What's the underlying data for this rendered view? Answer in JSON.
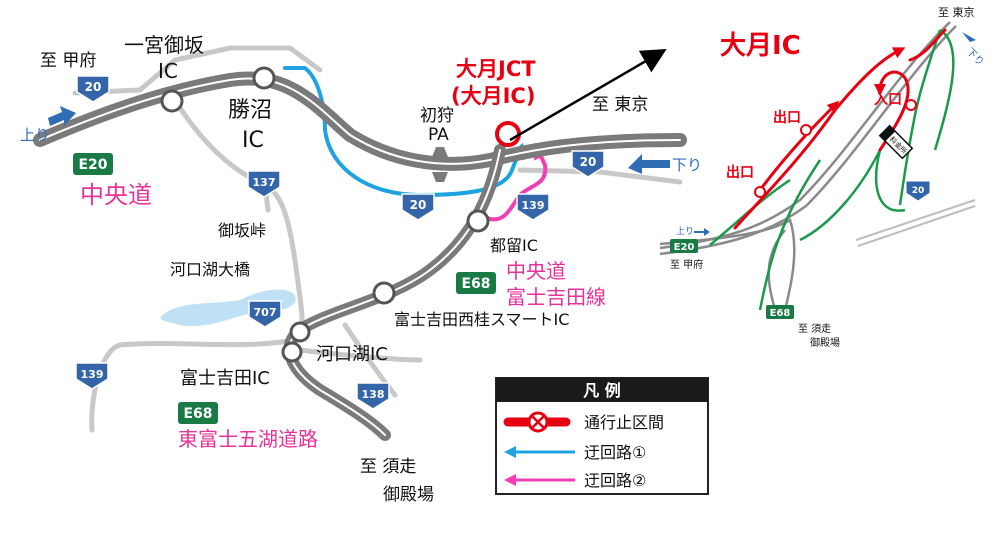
{
  "colors": {
    "road_main": "#7a7a7a",
    "road_local": "#c8c8c8",
    "closure": "#e60012",
    "detour1": "#1fa3e0",
    "detour2": "#ee3fb4",
    "green_road": "#1a9a4a",
    "direction_arrow": "#2f6db5",
    "shield_blue": "#3465a8",
    "shield_green": "#1a7a46",
    "lake": "#bfe0f5"
  },
  "main_map": {
    "direction_up": "上り",
    "direction_down": "下り",
    "to_kofu": "至 甲府",
    "to_tokyo": "至 東京",
    "to_subashiri": "至 須走",
    "to_gotemba": "御殿場",
    "ichinomiya": "一宮御坂",
    "ichinomiya_ic": "IC",
    "katsunuma": "勝沼",
    "katsunuma_ic": "IC",
    "hatsukari": "初狩",
    "hatsukari_pa": "PA",
    "otsuki_jct": "大月JCT",
    "otsuki_ic_paren": "(大月IC)",
    "tsuru_ic": "都留IC",
    "fujiyoshida_nishikatsura": "富士吉田西桂スマートIC",
    "kawaguchiko_ic": "河口湖IC",
    "fujiyoshida_ic": "富士吉田IC",
    "misaka_pass": "御坂峠",
    "kawaguchiko_bridge": "河口湖大橋",
    "chuo_code": "E20",
    "chuo_name": "中央道",
    "fujiyoshida_line_code": "E68",
    "fujiyoshida_line_1": "中央道",
    "fujiyoshida_line_2": "富士吉田線",
    "higashifuji_code": "E68",
    "higashifuji_name": "東富士五湖道路",
    "shields": [
      "20",
      "137",
      "20",
      "20",
      "139",
      "707",
      "139",
      "138"
    ]
  },
  "legend": {
    "title": "凡 例",
    "closure": "通行止区間",
    "detour1": "迂回路①",
    "detour2": "迂回路②"
  },
  "inset": {
    "title": "大月IC",
    "to_tokyo": "至 東京",
    "direction_down": "下り",
    "exit_1": "出口",
    "exit_2": "出口",
    "entrance": "入口",
    "direction_up": "上り",
    "e20_code": "E20",
    "to_kofu": "至 甲府",
    "e68_code": "E68",
    "to_subashiri": "至 須走",
    "to_gotemba": "御殿場",
    "route_shield": "20",
    "sign": "料金所"
  }
}
